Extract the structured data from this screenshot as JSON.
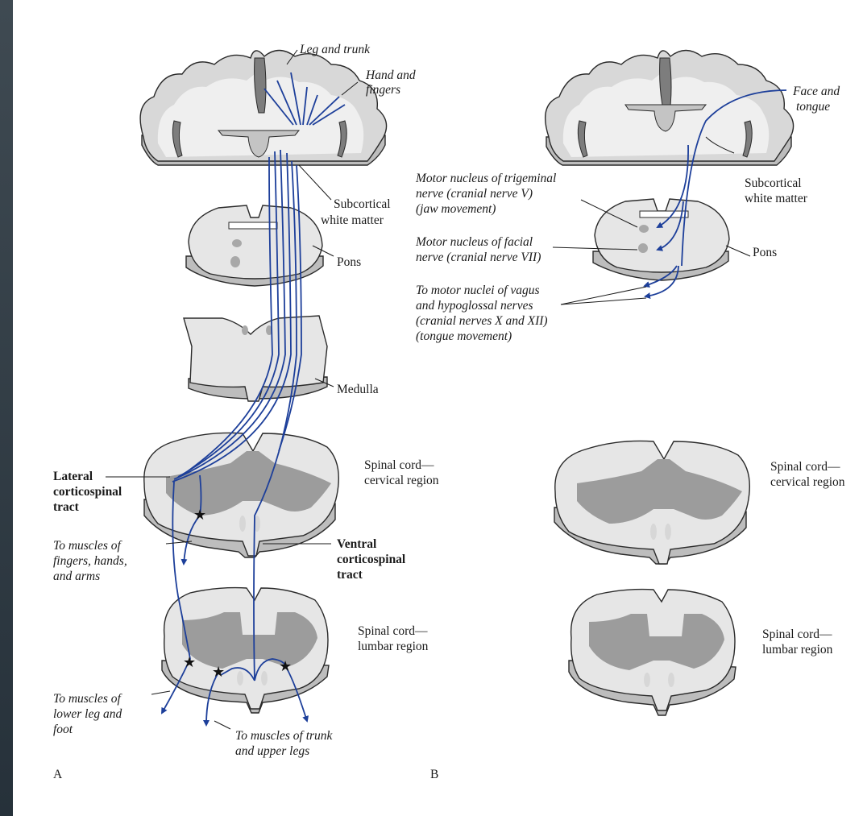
{
  "panel_a": {
    "letter": "A",
    "labels": {
      "leg_trunk": "Leg and trunk",
      "hand1": "Hand and",
      "hand2": "fingers",
      "subcort1": "Subcortical",
      "subcort2": "white matter",
      "pons": "Pons",
      "medulla": "Medulla",
      "cerv1": "Spinal cord—",
      "cerv2": "cervical region",
      "lumb1": "Spinal cord—",
      "lumb2": "lumbar region",
      "lat1": "Lateral",
      "lat2": "corticospinal",
      "lat3": "tract",
      "ven1": "Ventral",
      "ven2": "corticospinal",
      "ven3": "tract",
      "fing1": "To muscles of",
      "fing2": "fingers, hands,",
      "fing3": "and arms",
      "low1": "To muscles of",
      "low2": "lower leg and",
      "low3": "foot",
      "trunk1": "To muscles of trunk",
      "trunk2": "and upper legs"
    }
  },
  "panel_b": {
    "letter": "B",
    "labels": {
      "face1": "Face and",
      "face2": "tongue",
      "subcort1": "Subcortical",
      "subcort2": "white matter",
      "trig1": "Motor nucleus of trigeminal",
      "trig2": "nerve (cranial nerve V)",
      "trig3": "(jaw movement)",
      "fac1": "Motor nucleus of facial",
      "fac2": "nerve (cranial nerve VII)",
      "pons": "Pons",
      "vag1": "To motor nuclei of vagus",
      "vag2": "and hypoglossal nerves",
      "vag3": "(cranial nerves X and XII)",
      "vag4": "(tongue movement)",
      "cerv1": "Spinal cord—",
      "cerv2": "cervical region",
      "lumb1": "Spinal cord—",
      "lumb2": "lumbar region"
    }
  },
  "colors": {
    "tract": "#1d3f9a",
    "section_fill": "#e6e6e6",
    "grey_matter": "#a8a8a8"
  }
}
